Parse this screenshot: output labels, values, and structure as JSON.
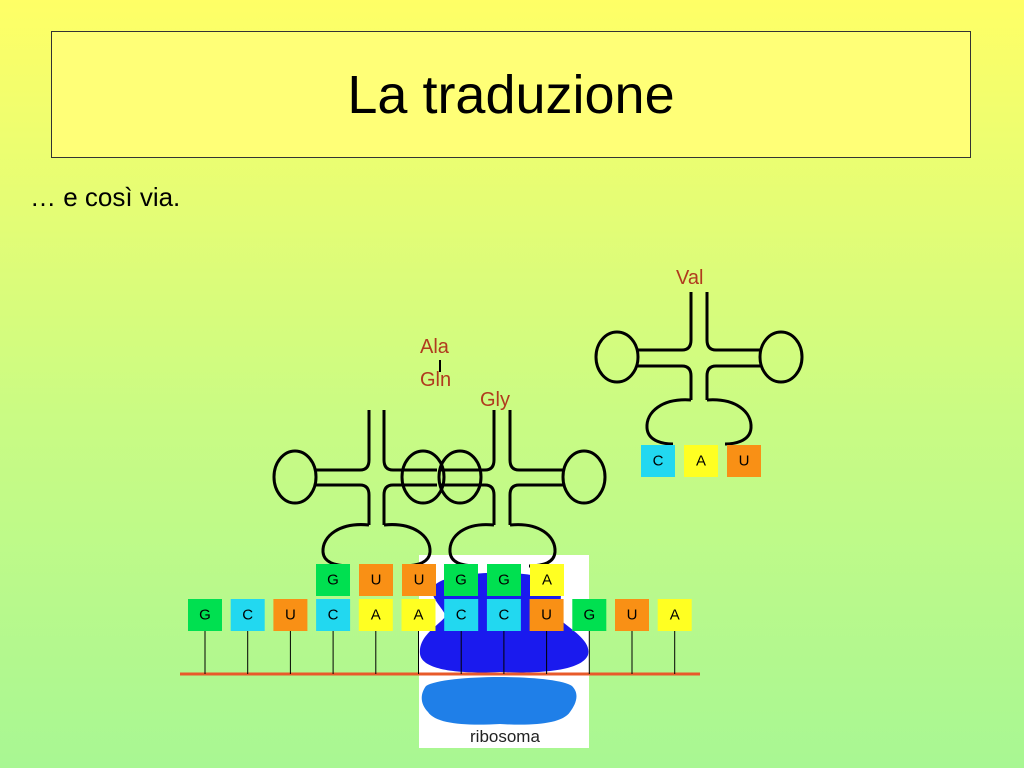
{
  "slide": {
    "title": "La traduzione",
    "subtitle": "… e così via."
  },
  "colors": {
    "G": "#00e050",
    "C": "#22d8f0",
    "U": "#f99015",
    "A": "#ffff22",
    "amino_label": "#b03a1e",
    "backbone": "#e85a2a",
    "ribosome_large": "#1a1aee",
    "ribosome_small": "#1f7fe8"
  },
  "amino_acids": {
    "ala": "Ala",
    "gln": "Gln",
    "gly": "Gly",
    "val": "Val"
  },
  "mrna": [
    "G",
    "C",
    "U",
    "C",
    "A",
    "A",
    "C",
    "C",
    "U",
    "G",
    "U",
    "A"
  ],
  "anticodons": {
    "trna1": [
      "G",
      "U",
      "U"
    ],
    "trna2": [
      "G",
      "G",
      "A"
    ],
    "trna3": [
      "C",
      "A",
      "U"
    ]
  },
  "ribosome": {
    "label": "ribosoma"
  }
}
